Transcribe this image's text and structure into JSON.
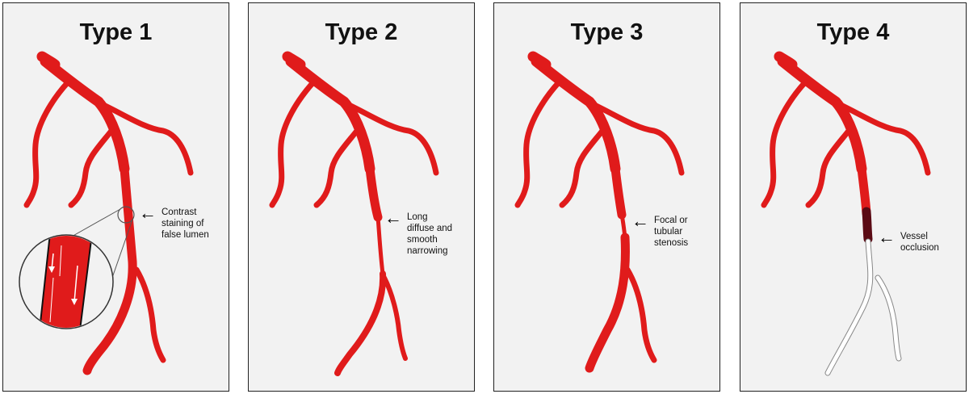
{
  "panels": [
    {
      "title": "Type 1",
      "annotation": "Contrast\nstaining of\nfalse lumen"
    },
    {
      "title": "Type 2",
      "annotation": "Long\ndiffuse and\nsmooth\nnarrowing"
    },
    {
      "title": "Type 3",
      "annotation": "Focal or\ntubular\nstenosis"
    },
    {
      "title": "Type 4",
      "annotation": "Vessel\nocclusion"
    }
  ],
  "colors": {
    "vessel": "#e01b1b",
    "vessel_edge": "#8c0d0d",
    "occlusion": "#5a0a14",
    "occluded_segment": "#ffffff",
    "panel_background": "#f2f2f2"
  }
}
